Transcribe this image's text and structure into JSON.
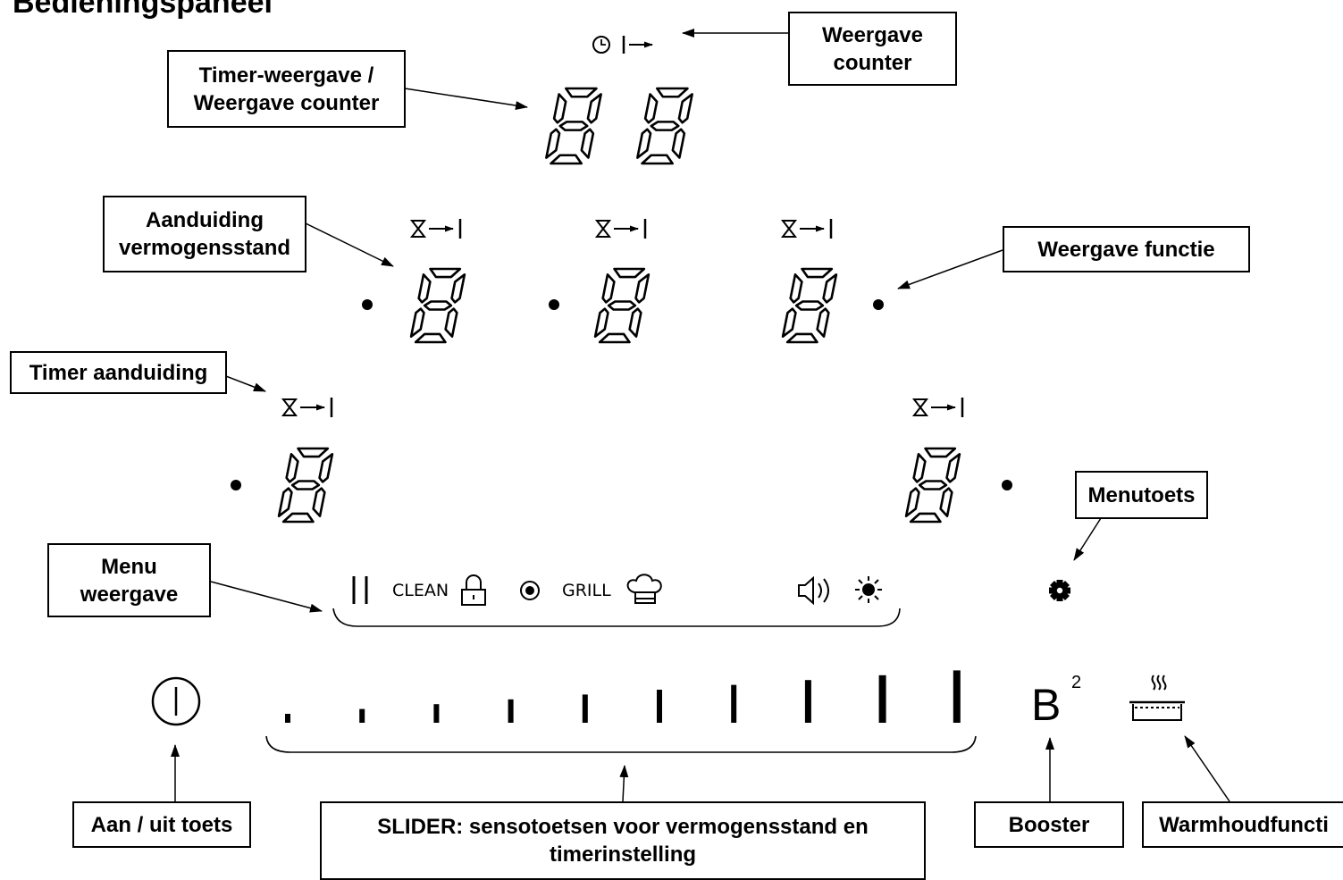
{
  "header": {
    "title": "Bedieningspaneel"
  },
  "callouts": {
    "weergave_counter": "Weergave\ncounter",
    "timer_weergave": "Timer-weergave /\nWeergave counter",
    "aanduiding_vermogensstand": "Aanduiding\nvermogensstand",
    "weergave_functie": "Weergave functie",
    "timer_aanduiding": "Timer aanduiding",
    "menutoets": "Menutoets",
    "menu_weergave": "Menu\nweergave",
    "aan_uit_toets": "Aan / uit toets",
    "slider": "SLIDER: sensotoetsen voor vermogensstand en\ntimerinstelling",
    "booster": "Booster",
    "warmhoudfunctie": "Warmhoudfuncti"
  },
  "display": {
    "counter_digits": [
      "8",
      "8"
    ],
    "zone_digits": [
      "8",
      "8",
      "8",
      "8",
      "8"
    ]
  },
  "menu_bar": {
    "clean_label": "CLEAN",
    "grill_label": "GRILL",
    "icons": [
      "pause-icon",
      "lock-icon",
      "record-icon",
      "chef-hat-icon",
      "speaker-icon",
      "brightness-icon"
    ]
  },
  "controls": {
    "booster_label": "B",
    "booster_superscript": "2",
    "slider_steps": 10,
    "icons": [
      "power-icon",
      "gear-icon",
      "keep-warm-pot-icon"
    ]
  }
}
